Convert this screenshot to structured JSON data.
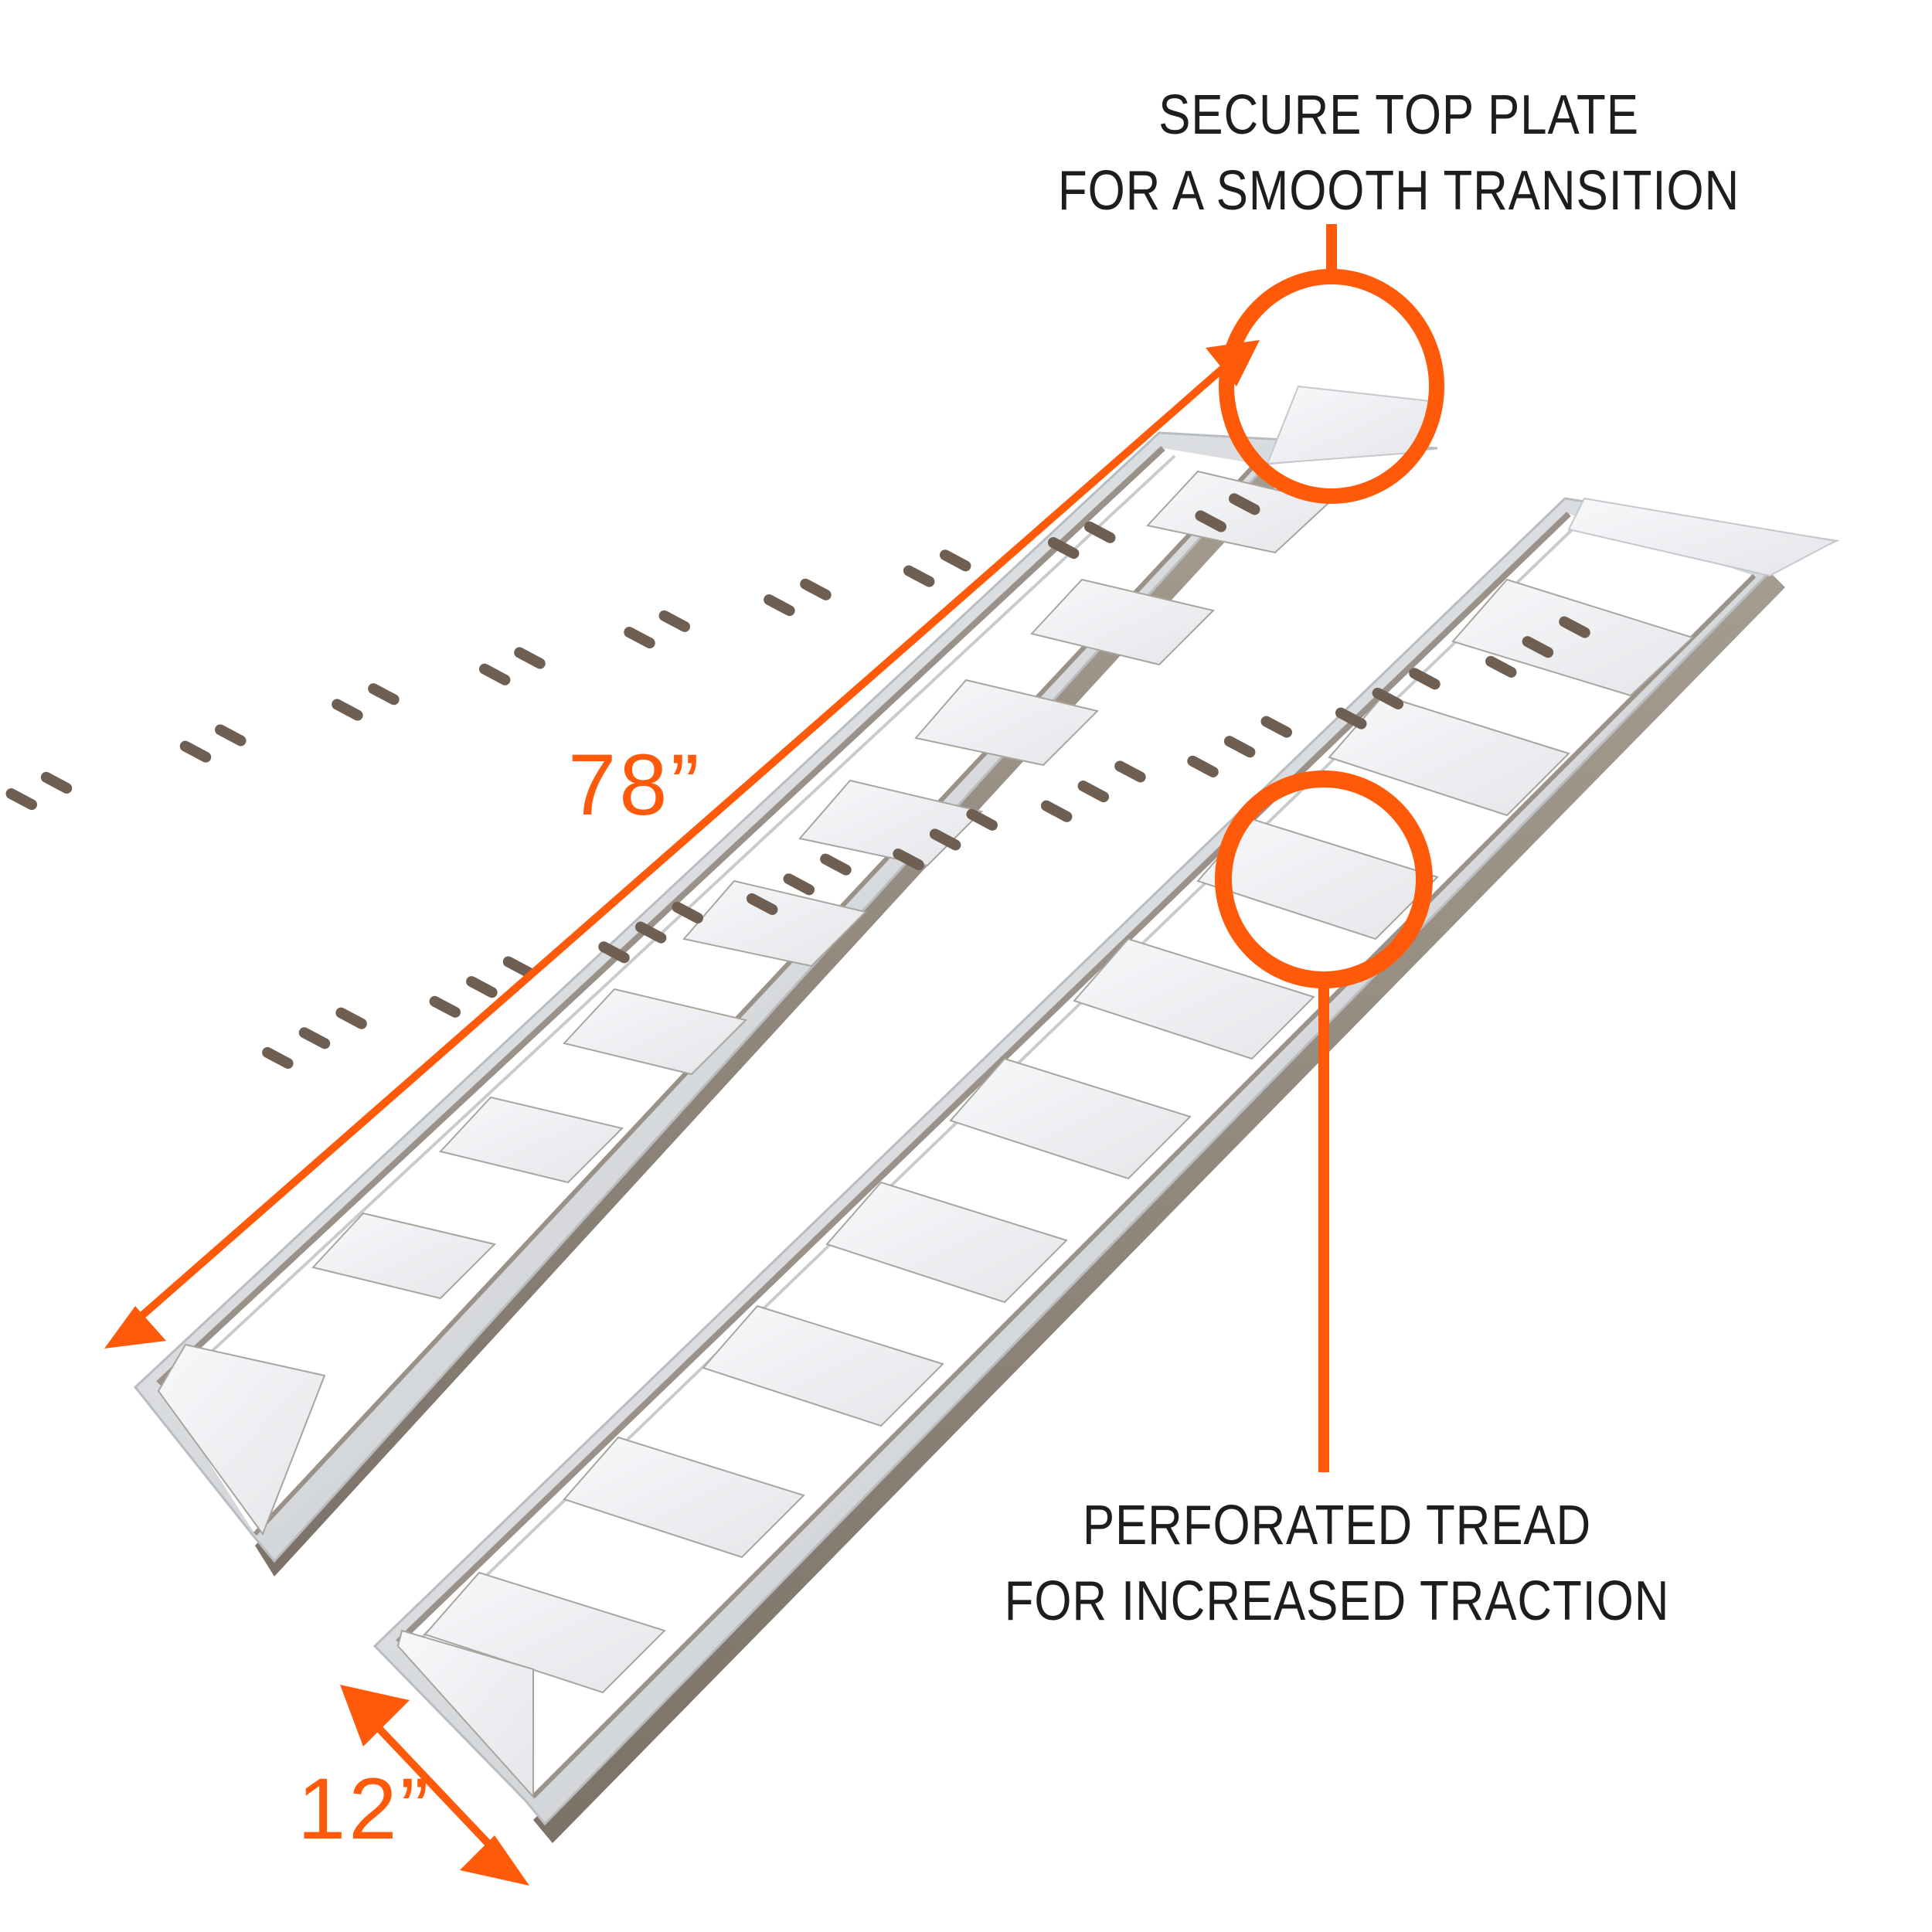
{
  "colors": {
    "accent": "#ff5a0a",
    "text": "#1e1c1c",
    "background": "#ffffff",
    "aluminum_light": "#f4f5f7",
    "aluminum_mid": "#d7d9dc",
    "aluminum_dark": "#8d8478",
    "slot": "#6e5f52"
  },
  "callouts": {
    "top_plate": {
      "line1": "SECURE TOP PLATE",
      "line2": "FOR A SMOOTH TRANSITION",
      "icon": "circle-highlight-icon"
    },
    "tread": {
      "line1": "PERFORATED TREAD",
      "line2": "FOR INCREASED TRACTION",
      "icon": "circle-highlight-icon"
    }
  },
  "dimensions": {
    "length": {
      "label": "78”",
      "icon": "double-arrow-icon"
    },
    "width": {
      "label": "12”",
      "icon": "double-arrow-icon"
    }
  },
  "product": {
    "ramps": [
      {
        "name": "left-ramp",
        "tread_panels": 9
      },
      {
        "name": "right-ramp",
        "tread_panels": 10
      }
    ]
  }
}
